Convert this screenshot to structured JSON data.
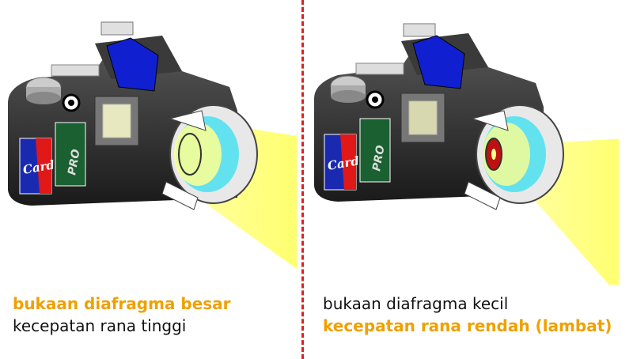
{
  "left": {
    "line1": "bukaan diafragma besar",
    "line2": "kecepatan rana tinggi",
    "line1_color": "#f0a000"
  },
  "right": {
    "line1": "bukaan diafragma kecil",
    "line2": "kecepatan rana rendah (lambat)",
    "line2_color": "#f0a000"
  },
  "camera_labels": {
    "card": "Card",
    "pro": "PRO"
  },
  "colors": {
    "divider": "#e02020",
    "light_beam": "#ffff80",
    "mirror": "#1020d0",
    "lens_glass": "#40e0f0",
    "diaphragm_small": "#c01010"
  }
}
